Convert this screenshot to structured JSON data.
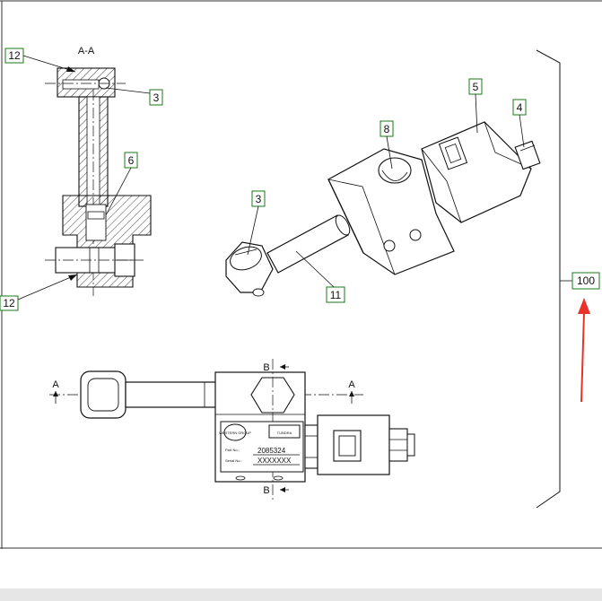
{
  "section_label": "A-A",
  "section_markers": {
    "a_left": "A",
    "a_right": "A",
    "b_top": "B",
    "b_bottom": "B"
  },
  "balloons": {
    "b12_top": "12",
    "b3_top": "3",
    "b6": "6",
    "b12_bottom": "12",
    "b3_iso": "3",
    "b8": "8",
    "b5": "5",
    "b4": "4",
    "b11": "11",
    "b100": "100"
  },
  "nameplate": {
    "brand_left": "WESTERN GROUP",
    "brand_right": "TUNDRA",
    "part_no_label": "Part No.:",
    "part_no": "2085324",
    "serial_label": "Serial No.:",
    "serial": "XXXXXXX"
  },
  "colors": {
    "balloon_border": "#1a7a1a",
    "arrow": "#e8322a"
  }
}
